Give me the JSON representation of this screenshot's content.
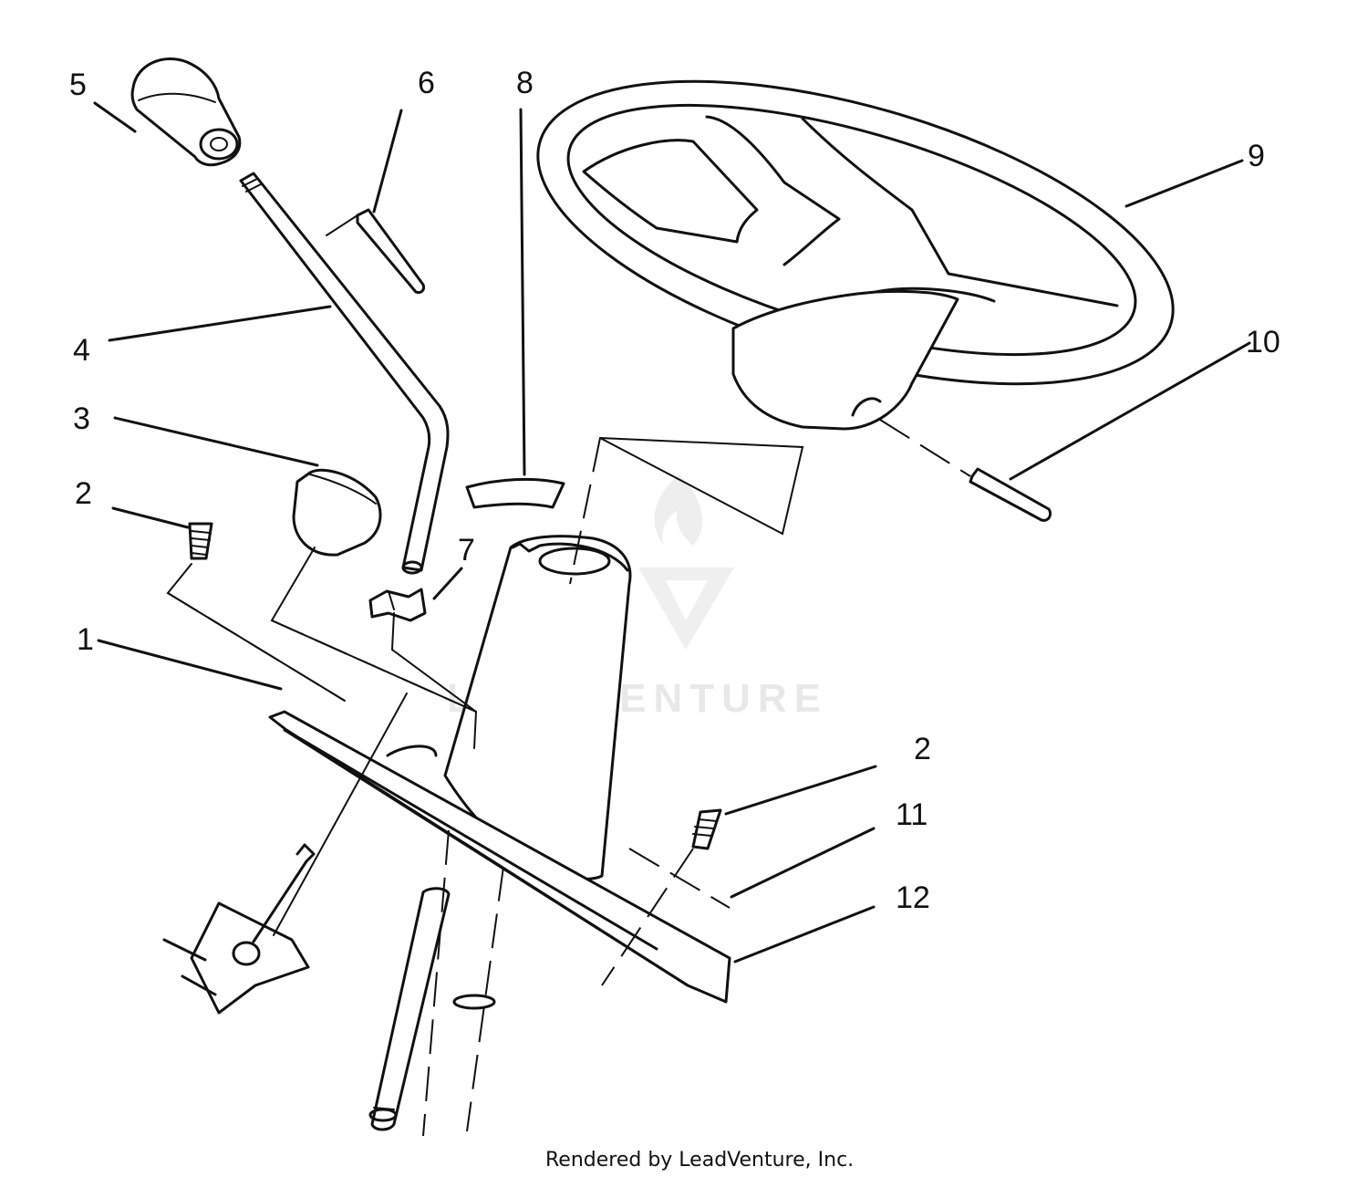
{
  "callouts": [
    {
      "label": "1"
    },
    {
      "label": "2"
    },
    {
      "label": "3"
    },
    {
      "label": "4"
    },
    {
      "label": "5"
    },
    {
      "label": "6"
    },
    {
      "label": "7"
    },
    {
      "label": "8"
    },
    {
      "label": "9"
    },
    {
      "label": "10"
    },
    {
      "label": "2"
    },
    {
      "label": "11"
    },
    {
      "label": "12"
    }
  ],
  "watermark": {
    "brand": "LEADVENTURE"
  },
  "footer": {
    "text": "Rendered by LeadVenture, Inc."
  }
}
